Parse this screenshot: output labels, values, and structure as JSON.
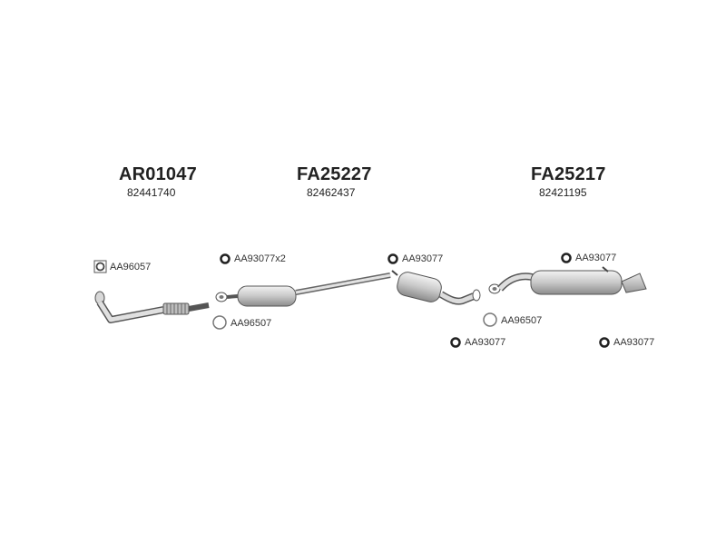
{
  "groups": [
    {
      "part_number": "AR01047",
      "reference": "82441740"
    },
    {
      "part_number": "FA25227",
      "reference": "82462437"
    },
    {
      "part_number": "FA25217",
      "reference": "82421195"
    }
  ],
  "parts": {
    "clamp_front": "AA96057",
    "rubber_mount_x2": "AA93077x2",
    "gasket_front": "AA96507",
    "rubber_mount_center": "AA93077",
    "rubber_mount_rear": "AA93077",
    "gasket_rear": "AA96507",
    "rubber_mount_lower_mid": "AA93077",
    "rubber_mount_lower_right": "AA93077"
  }
}
